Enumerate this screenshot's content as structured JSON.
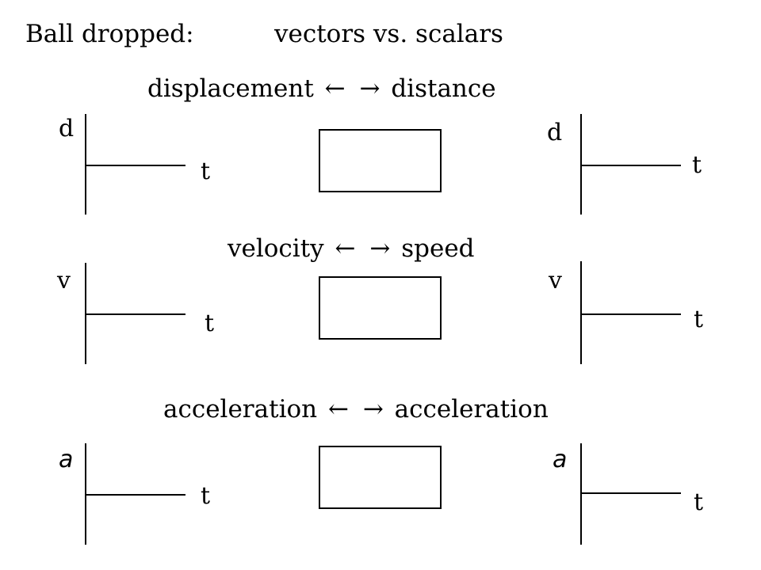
{
  "title": {
    "left": "Ball dropped:",
    "right": "vectors vs. scalars"
  },
  "rows": [
    {
      "vector": "displacement",
      "scalar": "distance",
      "left_axis": "d",
      "right_axis": "d",
      "time_axis": "t"
    },
    {
      "vector": "velocity",
      "scalar": "speed",
      "left_axis": "v",
      "right_axis": "v",
      "time_axis": "t"
    },
    {
      "vector": "acceleration",
      "scalar": "acceleration",
      "left_axis": "a",
      "right_axis": "a",
      "time_axis": "t"
    }
  ],
  "arrows": {
    "left": "←",
    "right": "→"
  },
  "colors": {
    "ink": "#000000",
    "background": "#ffffff"
  }
}
